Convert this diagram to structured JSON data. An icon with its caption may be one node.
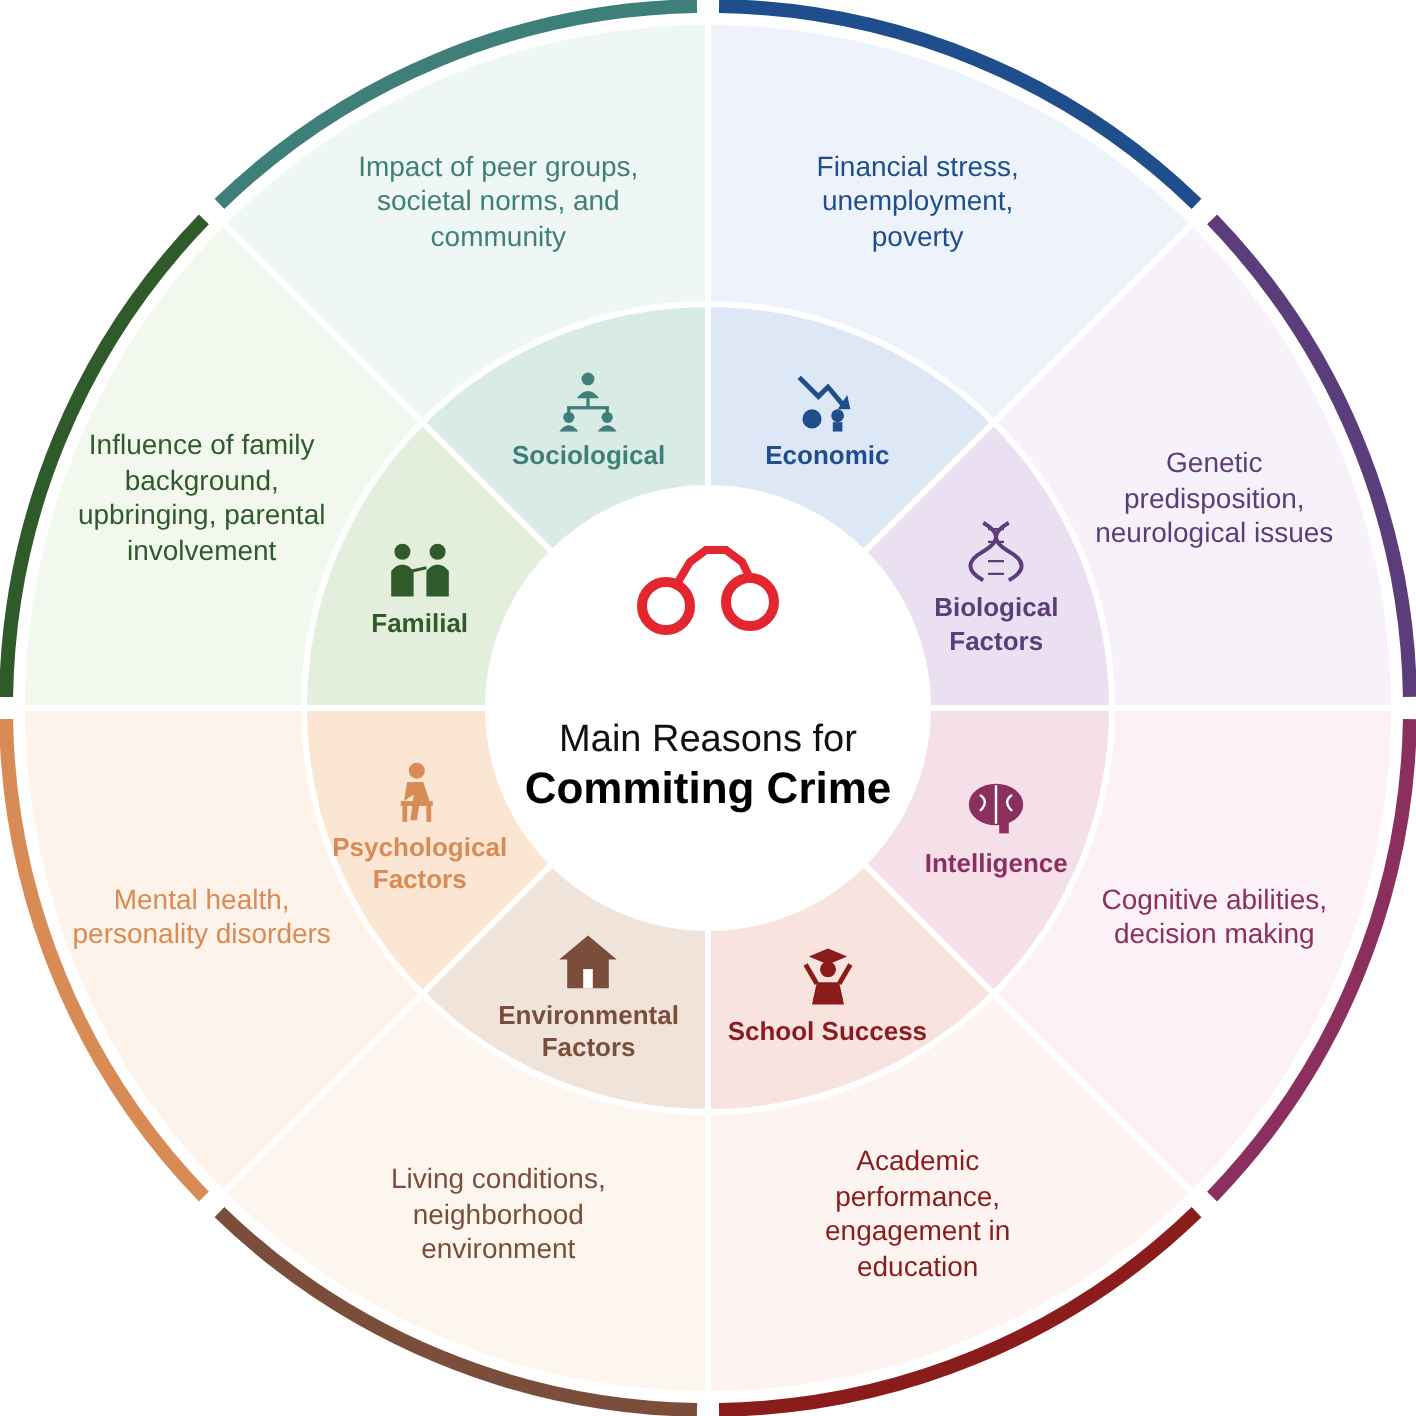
{
  "diagram": {
    "nodes": [
      {
        "text": [
          "Main Reasons for **Commiting Crime**"
        ]
      },
      {
        "text": [
          "Sociological"
        ]
      },
      {
        "text": [
          "Impact of peer groups, societal norms, and community"
        ]
      },
      {
        "text": [
          "Economic"
        ]
      },
      {
        "text": [
          "Financial stress, unemployment, poverty"
        ]
      },
      {
        "text": [
          "Biological Factors"
        ]
      },
      {
        "text": [
          "Genetic predisposition, neurological issues"
        ]
      },
      {
        "text": [
          "Intelligence"
        ]
      },
      {
        "text": [
          "Cognitive abilities, decision making"
        ]
      },
      {
        "text": [
          "School Success"
        ]
      },
      {
        "text": [
          "Academic performance, engagement in education"
        ]
      },
      {
        "text": [
          "Environmental Factors"
        ]
      },
      {
        "text": [
          "Living conditions, neighborhood environment"
        ]
      },
      {
        "text": [
          "Psychological Factors"
        ]
      },
      {
        "text": [
          "Mental health, personality disorders"
        ]
      },
      {
        "text": [
          "Familial"
        ]
      },
      {
        "text": [
          "Influence of family background, upbringing, parental involvement"
        ]
      }
    ]
  }
}
